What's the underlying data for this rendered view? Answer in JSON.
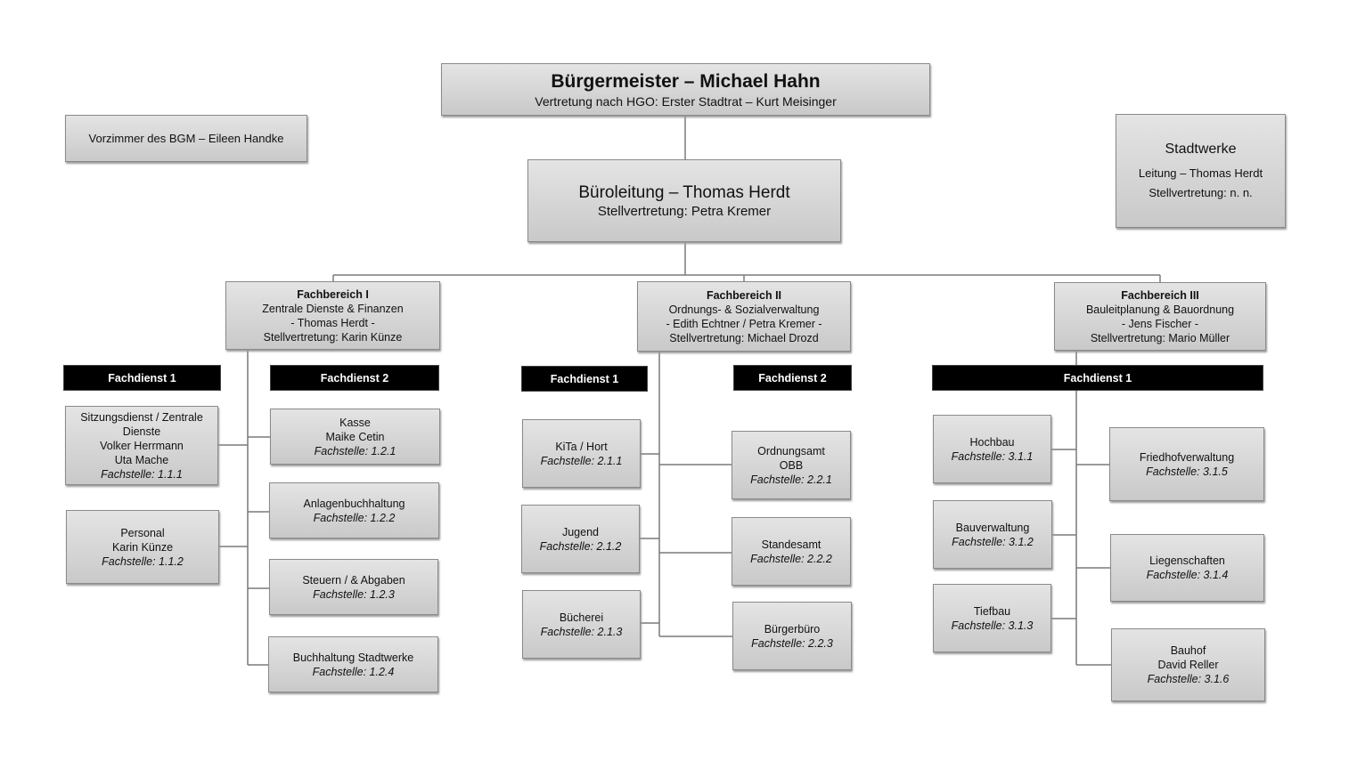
{
  "top": {
    "title": "Bürgermeister – Michael Hahn",
    "sub": "Vertretung nach HGO: Erster Stadtrat – Kurt Meisinger"
  },
  "vorzimmer": "Vorzimmer des BGM – Eileen Handke",
  "stadtwerke": {
    "title": "Stadtwerke",
    "line1": "Leitung – Thomas Herdt",
    "line2": "Stellvertretung: n. n."
  },
  "bueroleitung": {
    "title": "Büroleitung – Thomas Herdt",
    "sub": "Stellvertretung: Petra Kremer"
  },
  "fb1": {
    "title": "Fachbereich I",
    "l1": "Zentrale Dienste & Finanzen",
    "l2": "- Thomas Herdt -",
    "l3": "Stellvertretung: Karin Künze",
    "fd1": "Fachdienst 1",
    "fd2": "Fachdienst 2",
    "u111": {
      "l1": "Sitzungsdienst / Zentrale",
      "l2": "Dienste",
      "l3": "Volker Herrmann",
      "l4": "Uta Mache",
      "fs": "Fachstelle: 1.1.1"
    },
    "u112": {
      "l1": "Personal",
      "l2": "Karin Künze",
      "fs": "Fachstelle: 1.1.2"
    },
    "u121": {
      "l1": "Kasse",
      "l2": "Maike Cetin",
      "fs": "Fachstelle: 1.2.1"
    },
    "u122": {
      "l1": "Anlagenbuchhaltung",
      "fs": "Fachstelle: 1.2.2"
    },
    "u123": {
      "l1": "Steuern / & Abgaben",
      "fs": "Fachstelle: 1.2.3"
    },
    "u124": {
      "l1": "Buchhaltung Stadtwerke",
      "fs": "Fachstelle: 1.2.4"
    }
  },
  "fb2": {
    "title": "Fachbereich II",
    "l1": "Ordnungs- & Sozialverwaltung",
    "l2": "- Edith Echtner / Petra Kremer -",
    "l3": "Stellvertretung: Michael Drozd",
    "fd1": "Fachdienst 1",
    "fd2": "Fachdienst 2",
    "u211": {
      "l1": "KiTa / Hort",
      "fs": "Fachstelle: 2.1.1"
    },
    "u212": {
      "l1": "Jugend",
      "fs": "Fachstelle: 2.1.2"
    },
    "u213": {
      "l1": "Bücherei",
      "fs": "Fachstelle: 2.1.3"
    },
    "u221": {
      "l1": "Ordnungsamt",
      "l2": "OBB",
      "fs": "Fachstelle: 2.2.1"
    },
    "u222": {
      "l1": "Standesamt",
      "fs": "Fachstelle: 2.2.2"
    },
    "u223": {
      "l1": "Bürgerbüro",
      "fs": "Fachstelle: 2.2.3"
    }
  },
  "fb3": {
    "title": "Fachbereich III",
    "l1": "Bauleitplanung & Bauordnung",
    "l2": "- Jens Fischer -",
    "l3": "Stellvertretung: Mario Müller",
    "fd1": "Fachdienst 1",
    "u311": {
      "l1": "Hochbau",
      "fs": "Fachstelle: 3.1.1"
    },
    "u312": {
      "l1": "Bauverwaltung",
      "fs": "Fachstelle: 3.1.2"
    },
    "u313": {
      "l1": "Tiefbau",
      "fs": "Fachstelle: 3.1.3"
    },
    "u315": {
      "l1": "Friedhofverwaltung",
      "fs": "Fachstelle: 3.1.5"
    },
    "u314": {
      "l1": "Liegenschaften",
      "fs": "Fachstelle: 3.1.4"
    },
    "u316": {
      "l1": "Bauhof",
      "l2": "David Reller",
      "fs": "Fachstelle: 3.1.6"
    }
  }
}
